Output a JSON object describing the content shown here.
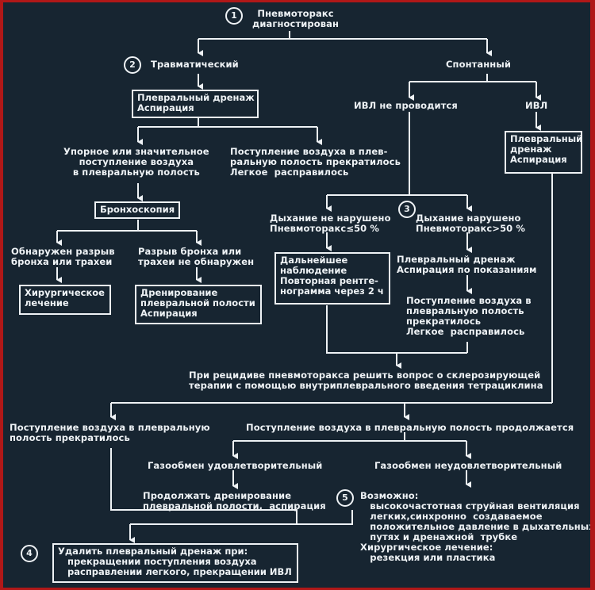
{
  "nodes": {
    "n1": {
      "num": "1",
      "text": "Пневмоторакс\nдиагностирован"
    },
    "n2": {
      "num": "2",
      "text": "Травматический"
    },
    "spont": {
      "text": "Спонтанный"
    },
    "drain1": {
      "text": "Плевральный дренаж\nАспирация"
    },
    "no_ivl": {
      "text": "ИВЛ не проводится"
    },
    "ivl": {
      "text": "ИВЛ"
    },
    "drain_ivl": {
      "text": "Плевральный\nдренаж\nАспирация"
    },
    "persist": {
      "text": "Упорное или значительное\nпоступление воздуха\nв плевральную полость"
    },
    "stopped1": {
      "text": "Поступление воздуха в плев-\nральную полость прекратилось\nЛегкое  расправилось"
    },
    "bronch": {
      "text": "Бронхоскопия"
    },
    "n3": {
      "num": "3"
    },
    "breath_ok": {
      "text": "Дыхание не нарушено\nПневмоторакс≤50 %"
    },
    "breath_bad": {
      "text": "Дыхание нарушено\nПневмоторакс>50 %"
    },
    "rupture": {
      "text": "Обнаружен разрыв\nбронха или трахеи"
    },
    "no_rupture": {
      "text": "Разрыв бронха или\nтрахеи не обнаружен"
    },
    "observe": {
      "text": "Дальнейшее\nнаблюдение\nПовторная рентге-\nнограмма через 2 ч"
    },
    "drain_asp": {
      "text": "Плевральный дренаж\nАспирация по показаниям"
    },
    "surgery": {
      "text": "Хирургическое\nлечение"
    },
    "drain_pleura": {
      "text": "Дренирование\nплевральной полости\nАспирация"
    },
    "stopped2": {
      "text": "Поступление воздуха в\nплевральную полость\nпрекратилось\nЛегкое  расправилось"
    },
    "relapse": {
      "text": "При рецидиве пневмоторакса решить вопрос о склерозирующей\nтерапии с помощью внутриплеврального введения тетрациклина"
    },
    "stopped3": {
      "text": "Поступление воздуха в плевральную\nполость прекратилось"
    },
    "continues": {
      "text": "Поступление воздуха в плевральную полость продолжается"
    },
    "gas_ok": {
      "text": "Газообмен удовлетворительный"
    },
    "gas_bad": {
      "text": "Газообмен неудовлетворительный"
    },
    "continue_drain": {
      "text": "Продолжать дренирование\nплевральной полости,  аспирация"
    },
    "n5": {
      "num": "5",
      "text": "Возможно:\n   высокочастотная струйная вентиляция\n   легких,синхронно  создаваемое\n   положительное давление в дыхательных\n   путях и дренажной  трубке\nХирургическое лечение:\n   резекция или пластика"
    },
    "n4": {
      "num": "4",
      "text": "Удалить плевральный дренаж при:\n   прекращении поступления воздуха\n   расправлении легкого, прекращении ИВЛ"
    }
  }
}
